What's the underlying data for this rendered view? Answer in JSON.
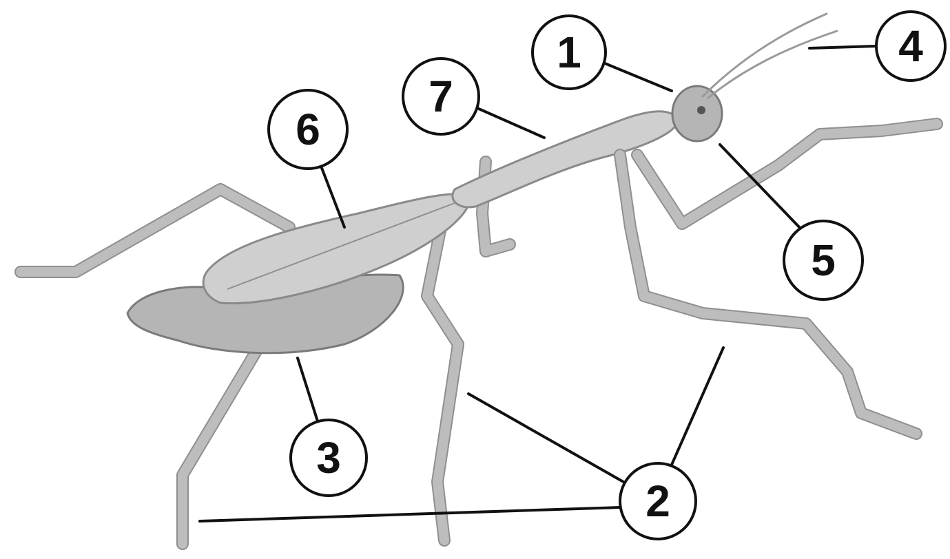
{
  "diagram": {
    "subject": "praying-mantis",
    "labels": [
      {
        "id": "label-1",
        "text": "1",
        "part": "head"
      },
      {
        "id": "label-2",
        "text": "2",
        "part": "legs"
      },
      {
        "id": "label-3",
        "text": "3",
        "part": "abdomen"
      },
      {
        "id": "label-4",
        "text": "4",
        "part": "antennae"
      },
      {
        "id": "label-5",
        "text": "5",
        "part": "mouthparts"
      },
      {
        "id": "label-6",
        "text": "6",
        "part": "wings"
      },
      {
        "id": "label-7",
        "text": "7",
        "part": "thorax"
      }
    ],
    "colors": {
      "ink": "#111111",
      "body": "#cfcfcf",
      "background": "#ffffff"
    }
  }
}
